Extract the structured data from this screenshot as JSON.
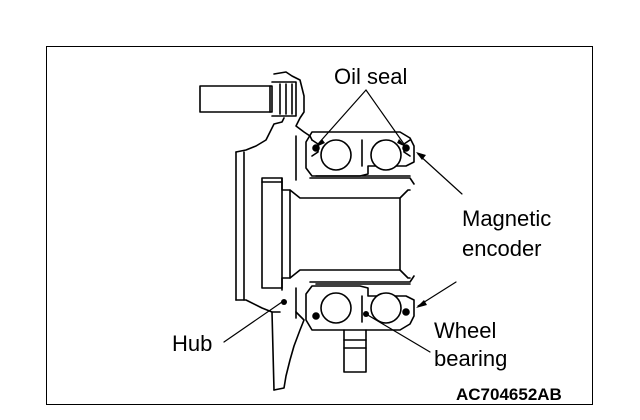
{
  "labels": {
    "oil_seal": "Oil seal",
    "magnetic_encoder_line1": "Magnetic",
    "magnetic_encoder_line2": "encoder",
    "hub": "Hub",
    "wheel_bearing_line1": "Wheel",
    "wheel_bearing_line2": "bearing"
  },
  "figure_code": "AC704652AB",
  "colors": {
    "line": "#000000",
    "background": "#ffffff"
  }
}
